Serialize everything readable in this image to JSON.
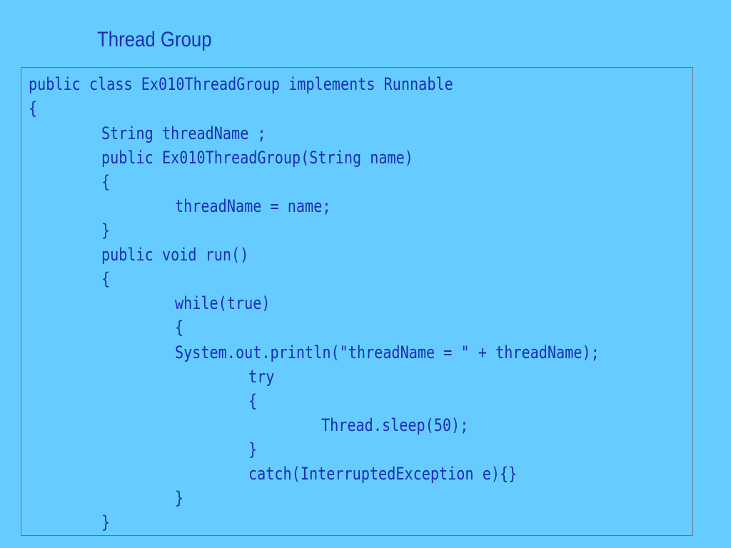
{
  "slide": {
    "title": "Thread Group"
  },
  "code": {
    "lines": [
      {
        "indent": 0,
        "text": "public class Ex010ThreadGroup implements Runnable"
      },
      {
        "indent": 0,
        "text": "{"
      },
      {
        "indent": 1,
        "text": "String threadName ;"
      },
      {
        "indent": 1,
        "text": "public Ex010ThreadGroup(String name)"
      },
      {
        "indent": 1,
        "text": "{"
      },
      {
        "indent": 2,
        "text": "threadName = name;"
      },
      {
        "indent": 1,
        "text": "}"
      },
      {
        "indent": 1,
        "text": "public void run()"
      },
      {
        "indent": 1,
        "text": "{"
      },
      {
        "indent": 2,
        "text": "while(true)"
      },
      {
        "indent": 2,
        "text": "{"
      },
      {
        "indent": 2,
        "text": "System.out.println(\"threadName = \" + threadName);"
      },
      {
        "indent": 3,
        "text": "try"
      },
      {
        "indent": 3,
        "text": "{"
      },
      {
        "indent": 4,
        "text": "Thread.sleep(50);"
      },
      {
        "indent": 3,
        "text": "}"
      },
      {
        "indent": 3,
        "text": "catch(InterruptedException e){}"
      },
      {
        "indent": 2,
        "text": "}"
      },
      {
        "indent": 1,
        "text": "}"
      }
    ]
  },
  "colors": {
    "background": "#66ccff",
    "text": "#1a2eb3",
    "border": "#707070"
  }
}
